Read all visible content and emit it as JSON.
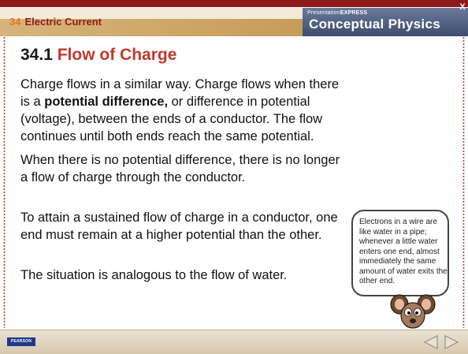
{
  "header": {
    "chapter_number": "34",
    "chapter_title": "Electric Current",
    "brand_small_prefix": "Presentation",
    "brand_small_bold": "EXPRESS",
    "brand_big": "Conceptual Physics",
    "close_label": "X"
  },
  "content": {
    "section_number": "34.1",
    "section_title": "Flow of Charge",
    "p1_a": "Charge flows in a similar way. Charge flows when there is a ",
    "p1_bold": "potential difference,",
    "p1_b": " or difference in potential (voltage), between the ends of a conductor. The flow continues until both ends reach the same potential.",
    "p2": "When there is no potential difference, there is no longer a flow of charge through the conductor.",
    "p3": "To attain a sustained flow of charge in a conductor, one end must remain at a higher potential than the other.",
    "p4": "The situation is analogous to the flow of water."
  },
  "bubble": {
    "text": "Electrons in a wire are like water in a pipe; whenever a little water enters one end, almost immediately the same amount of water exits the other end."
  },
  "footer": {
    "publisher": "PEARSON"
  },
  "colors": {
    "accent_red": "#c0392b",
    "header_red": "#8e1b1b",
    "chapter_orange": "#e2771e",
    "brand_blue": "#3e4c6e"
  }
}
